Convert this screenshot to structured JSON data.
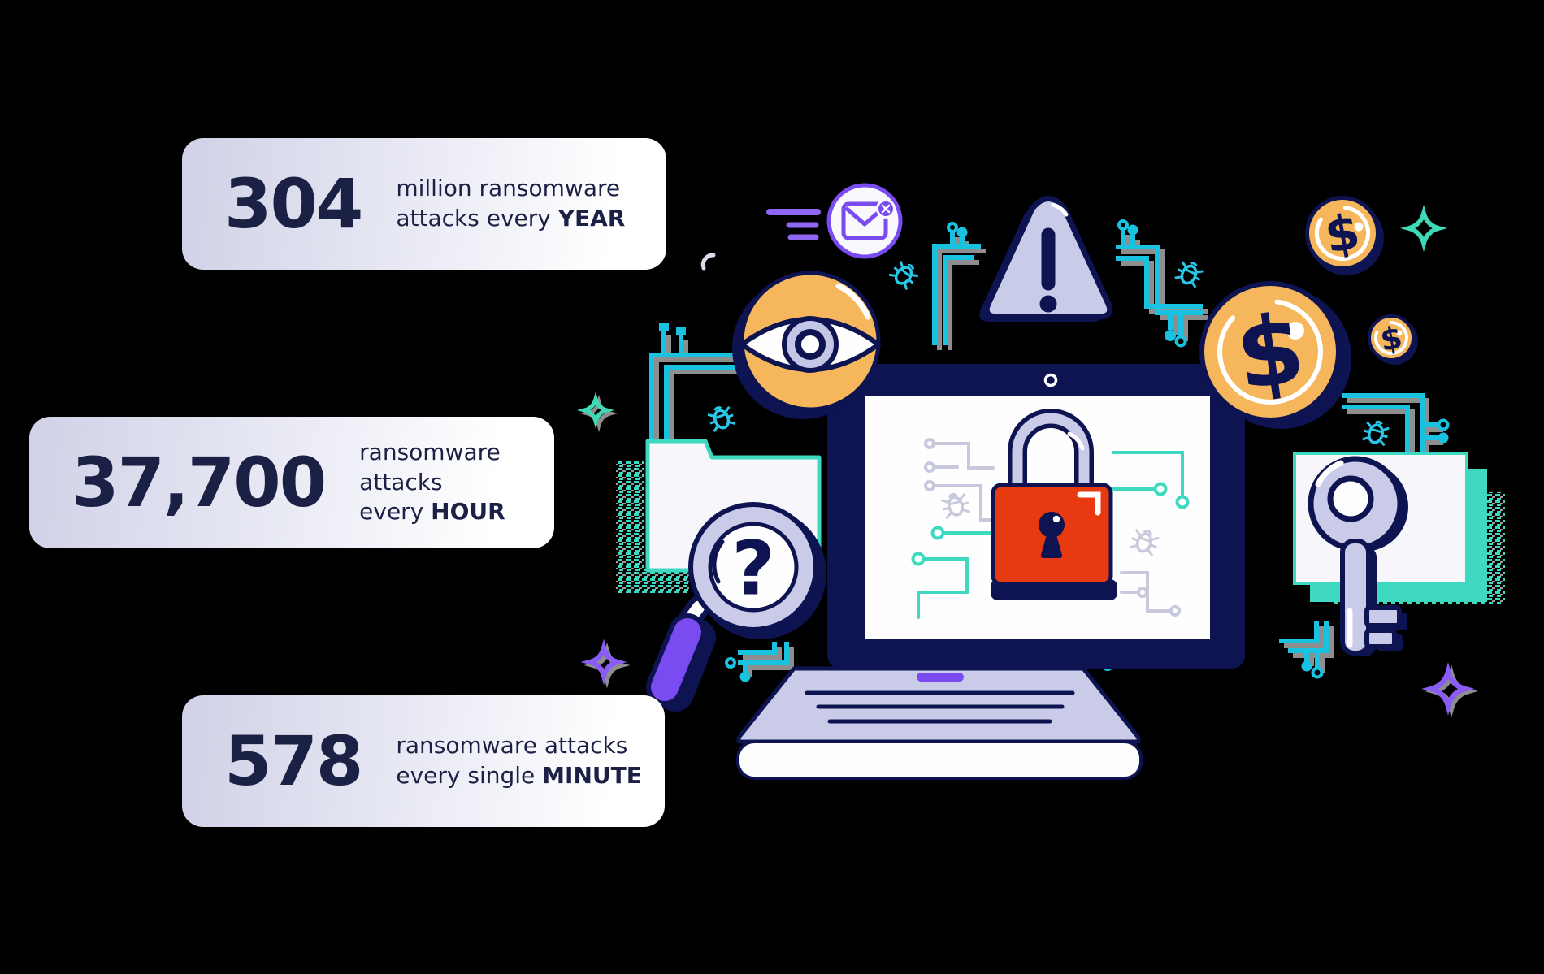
{
  "page": {
    "background": "#000000",
    "description": "Ransomware attack frequency infographic with laptop illustration"
  },
  "stats": [
    {
      "id": "year",
      "value": "304",
      "line1": "million ransomware",
      "line2": "attacks every ",
      "emphasis": "YEAR"
    },
    {
      "id": "hour",
      "value": "37,700",
      "line1": "ransomware attacks",
      "line2": "every ",
      "emphasis": "HOUR"
    },
    {
      "id": "minute",
      "value": "578",
      "line1": "ransomware attacks",
      "line2": "every single ",
      "emphasis": "MINUTE"
    }
  ],
  "illustration": {
    "dollar_glyph": "$",
    "question_glyph": "?",
    "icons": [
      "laptop-icon",
      "padlock-icon",
      "keyhole-icon",
      "warning-icon",
      "eye-badge-icon",
      "blocked-email-icon",
      "menu-lines-icon",
      "dollar-coin-icon-large",
      "dollar-coin-icon-medium",
      "dollar-coin-icon-small",
      "key-icon",
      "folder-icon-left",
      "folder-icon-right",
      "magnifier-question-icon",
      "bug-icon",
      "sparkle-icon",
      "circuit-lines",
      "camera-dot-icon"
    ],
    "palette": {
      "navy": "#0d1451",
      "card_text": "#1b2145",
      "orange": "#f6b75c",
      "red": "#e73a10",
      "lavender": "#c9cbe9",
      "cyan_circuit": "#18c2e0",
      "teal_green": "#3ed9c0",
      "purple": "#7b4bf2",
      "gray_shadow": "#8e8e8e",
      "screen_trace_gray": "#c9c9de",
      "white": "#ffffff"
    }
  }
}
